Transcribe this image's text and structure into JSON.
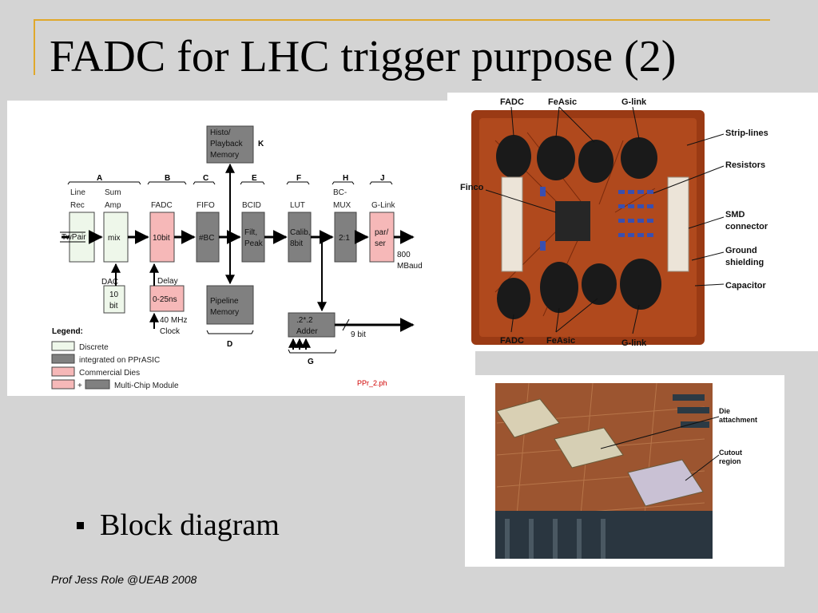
{
  "slide": {
    "title": "FADC for LHC trigger purpose (2)",
    "bullet": "Block diagram",
    "footer": "Prof Jess Role @UEAB 2008"
  },
  "block_diagram": {
    "section_letters": [
      "A",
      "B",
      "C",
      "E",
      "F",
      "H",
      "J",
      "K",
      "D",
      "G"
    ],
    "headers": {
      "line_rec": "Line Rec",
      "sum_amp": "Sum Amp",
      "fadc": "FADC",
      "fifo": "FIFO",
      "bcid": "BCID",
      "lut": "LUT",
      "bc_mux": "BC- MUX",
      "g_link": "G-Link"
    },
    "blocks": {
      "twpair": "TwPair",
      "mix": "mix",
      "fadc": "10bit",
      "fifo": "#BC",
      "bcid": "Filt, Peak",
      "lut": "Calib, 8bit",
      "bcmux": "2:1",
      "glink": "par/ ser",
      "histo": "Histo/ Playback Memory",
      "pipeline": "Pipeline Memory",
      "adder": ".2*.2 Adder",
      "dac_value": "10 bit",
      "delay_value": "0-25ns"
    },
    "labels": {
      "dac": "DAC",
      "delay": "Delay",
      "clock": "40 MHz Clock",
      "output_rate": "800 MBaud",
      "nine_bit": "9 bit",
      "ref": "PPr_2.ph"
    },
    "legend": {
      "title": "Legend:",
      "discrete": "Discrete",
      "integrated": "integrated on PPrASIC",
      "commercial": "Commercial Dies",
      "plus": "+",
      "mcm": "Multi-Chip Module"
    },
    "colors": {
      "discrete": "#eef7ea",
      "asic": "#808080",
      "commercial": "#f6b8b8"
    }
  },
  "module_photo": {
    "callouts": {
      "fadc_top": "FADC",
      "feasic_top": "FeAsic",
      "glink_top": "G-link",
      "finco": "Finco",
      "strip_lines": "Strip-lines",
      "resistors": "Resistors",
      "smd": "SMD connector",
      "ground": "Ground shielding",
      "capacitor": "Capacitor",
      "fadc_bottom": "FADC",
      "feasic_bottom": "FeAsic",
      "glink_bottom": "G-link"
    }
  },
  "die_photo": {
    "callouts": {
      "die_attachment": "Die attachment",
      "cutout": "Cutout region"
    }
  }
}
